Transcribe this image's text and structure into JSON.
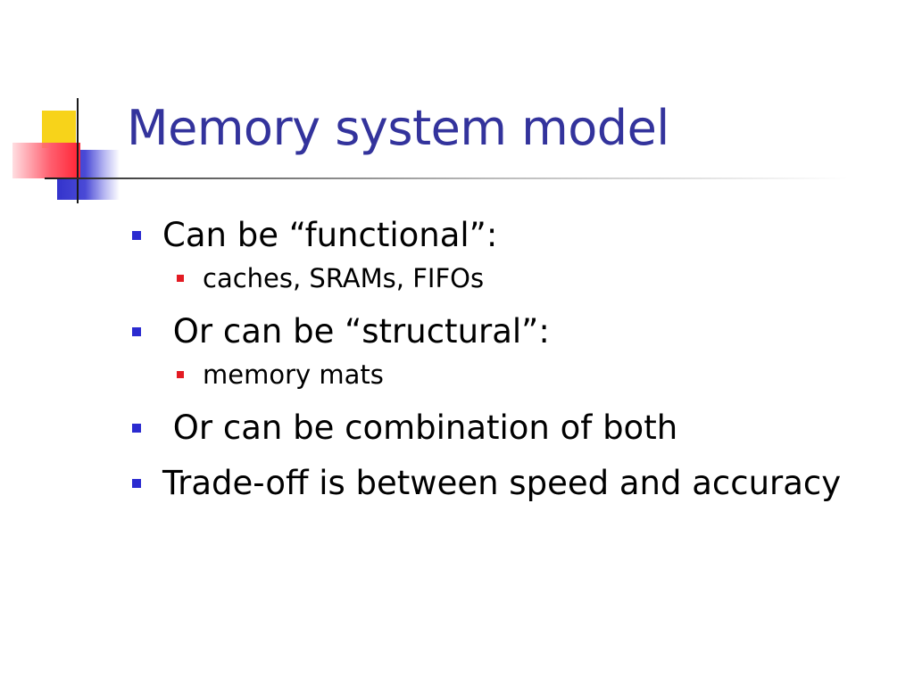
{
  "slide": {
    "title": "Memory system model",
    "bullets": [
      {
        "level": 1,
        "text": "Can be “functional”:"
      },
      {
        "level": 2,
        "text": "caches, SRAMs, FIFOs"
      },
      {
        "level": 1,
        "text": " Or can be “structural”:"
      },
      {
        "level": 2,
        "text": "memory mats"
      },
      {
        "level": 1,
        "text": " Or can be combination of both"
      },
      {
        "level": 1,
        "text": "Trade-off is between speed and accuracy"
      }
    ]
  },
  "colors": {
    "title": "#33339c",
    "bullet_level1": "#2b2bd0",
    "bullet_level2": "#e31b23",
    "accent_yellow": "#f7d31a",
    "accent_blue": "#3333cc",
    "accent_red": "#ff2233"
  },
  "icons": {
    "level1_marker": "blue-square-bullet-icon",
    "level2_marker": "red-square-bullet-icon",
    "decoration": "color-blocks-logo-icon"
  }
}
